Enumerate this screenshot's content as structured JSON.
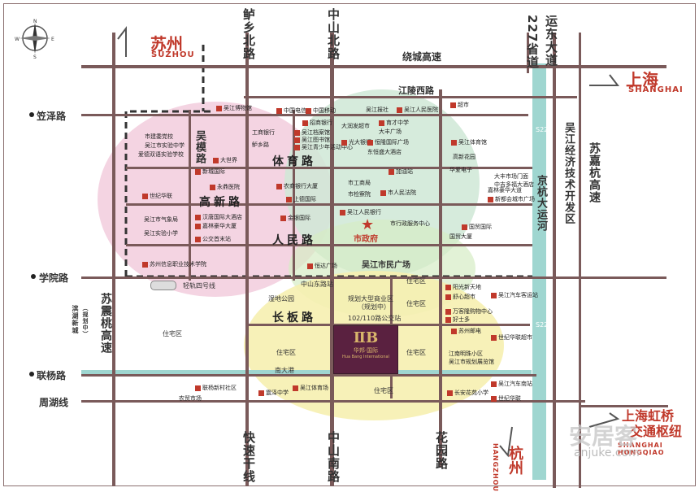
{
  "cities": {
    "suzhou": {
      "cn": "苏州",
      "en": "SUZHOU"
    },
    "shanghai": {
      "cn": "上海",
      "en": "SHANGHAI"
    },
    "shanghai_hq": {
      "cn": "上海虹桥",
      "cn2": "交通枢纽",
      "en": "SHANGHAI HONGQIAO"
    },
    "hangzhou": {
      "cn": "杭州",
      "en": "HANGZHOU"
    }
  },
  "roads_vertical": {
    "fu_xiang_north": "鲈乡北路",
    "zhongshan_north": "中山北路",
    "s227": "227省道",
    "yundong": "运东大道",
    "subrail": "苏震桃高速",
    "kuaisu": "快速干线",
    "zhongshan_south": "中山南路",
    "huayuan": "花园路",
    "jinghang": "京杭大运河",
    "sujiahang": "苏嘉杭高速",
    "wujiang_kfq": "吴江经济技术开发区",
    "binhu": "滨湖新城",
    "binhu_sub": "（规划中）"
  },
  "roads_horizontal": {
    "raocheng": "绕城高速",
    "jiangling_west": "江陵西路",
    "lizee": "笠泽路",
    "xueyuan": "学院路",
    "lianyang": "联杨路",
    "zhouhu": "周湖线"
  },
  "inner_roads": {
    "wuheng": "吴模路",
    "tiyu": "体育路",
    "gaoxin": "高新路",
    "renmin": "人民路",
    "changban": "长板路",
    "qingui_light": "轻轨四号线",
    "nan_da_gang": "南大港",
    "s227_tag_1": "S227",
    "s227_tag_2": "S227"
  },
  "zones": {
    "zhuzhai": "住宅区",
    "caoyuan": "湿地公园",
    "plan": "规划大型商业区",
    "plan_sub": "（规划中）",
    "bus": "102/110路公交站",
    "city_hall": "市政府",
    "square": "吴江市民广场",
    "zsr": "中山东路站"
  },
  "pois": {
    "p1": "吴江博物馆",
    "p2": "中国电信",
    "p3": "中国移动",
    "p4": "吴江报社",
    "p5": "吴江人民医院",
    "p6": "超市",
    "p7": "市建委党校",
    "p8": "吴江市实验中学",
    "p9": "爱德双语实验学校",
    "p10": "工商银行",
    "p11": "鲈乡路",
    "p12": "吴江档案馆",
    "p13": "吴江图书馆",
    "p14": "吴江青少年活动中心",
    "p15": "招商银行",
    "p16": "大润发超市",
    "p17": "光大银行",
    "p18": "育才中学",
    "p19": "大丰广场",
    "p20": "大世界",
    "p21": "新城国际",
    "p22": "永鼎医院",
    "p23": "恒隆国际广场",
    "p24": "东恒盛大酒店",
    "p25": "吴江体育馆",
    "p26": "高新花园",
    "p27": "世纪华联",
    "p28": "农商银行大厦",
    "p29": "上德国际",
    "p30": "加油站",
    "p31": "华爱电子",
    "p32": "市工商局",
    "p33": "市检察院",
    "p34": "大丰市场门面",
    "p35": "中吉多福大酒店",
    "p36": "市人民法院",
    "p37": "吴江市气象局",
    "p38": "汉唐国际大酒店",
    "p39": "嘉林豪华大厦",
    "p40": "金银国际",
    "p41": "吴江人民银行",
    "p42": "吴江实验小学",
    "p43": "公交首末站",
    "p44": "市行政服务中心",
    "p45": "国贸大厦",
    "p46": "新都会城市广场",
    "p47": "嘉林豪华大道",
    "p48": "国贸国际",
    "p49": "苏州信息职业技术学院",
    "p50": "恒达广场",
    "p51": "阳光新天地",
    "p52": "舒心超市",
    "p53": "万客隆购物中心",
    "p54": "好士多",
    "p55": "江南明珠小区",
    "p56": "吴江市规划展览馆",
    "p57": "世纪华联超市",
    "p58": "吴江汽车客运站",
    "p59": "联杨新村社区",
    "p60": "吴江体育场",
    "p61": "农贸市场",
    "p62": "震泽中学",
    "p63": "长安花苑小学",
    "p64": "吴江汽车南站",
    "p65": "世纪华联",
    "p66": "苏州邮电"
  },
  "project": {
    "cn": "华邦·国际",
    "en": "Hua Bang International"
  },
  "watermark": {
    "text": "安居客",
    "url": "anjuke.com"
  },
  "colors": {
    "pink": "#f2cddd",
    "green": "#cfe8d6",
    "yellow": "#f6f0b0",
    "canal": "#9fd6d0",
    "road": "#7a5a5a",
    "red": "#c0392b"
  }
}
